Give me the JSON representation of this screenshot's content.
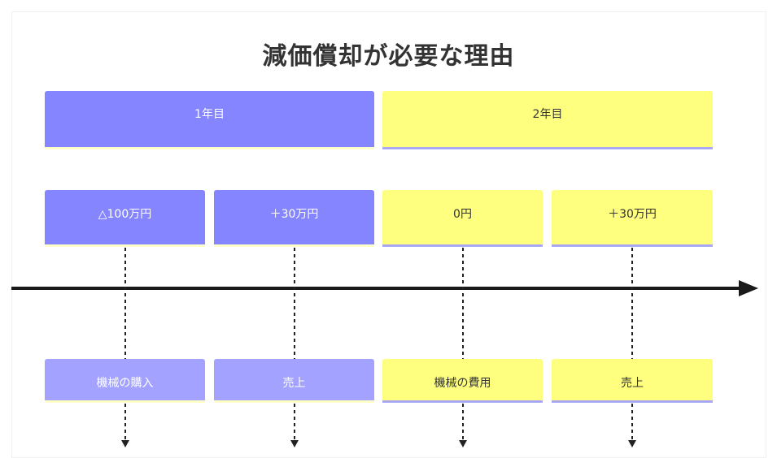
{
  "title": "減価償却が必要な理由",
  "years": [
    {
      "label": "1年目",
      "color": "#8585ff"
    },
    {
      "label": "2年目",
      "color": "#ffff7f"
    }
  ],
  "amounts": [
    {
      "label": "△100万円"
    },
    {
      "label": "＋30万円"
    },
    {
      "label": "0円"
    },
    {
      "label": "＋30万円"
    }
  ],
  "events": [
    {
      "label": "機械の購入"
    },
    {
      "label": "売上"
    },
    {
      "label": "機械の費用"
    },
    {
      "label": "売上"
    }
  ]
}
